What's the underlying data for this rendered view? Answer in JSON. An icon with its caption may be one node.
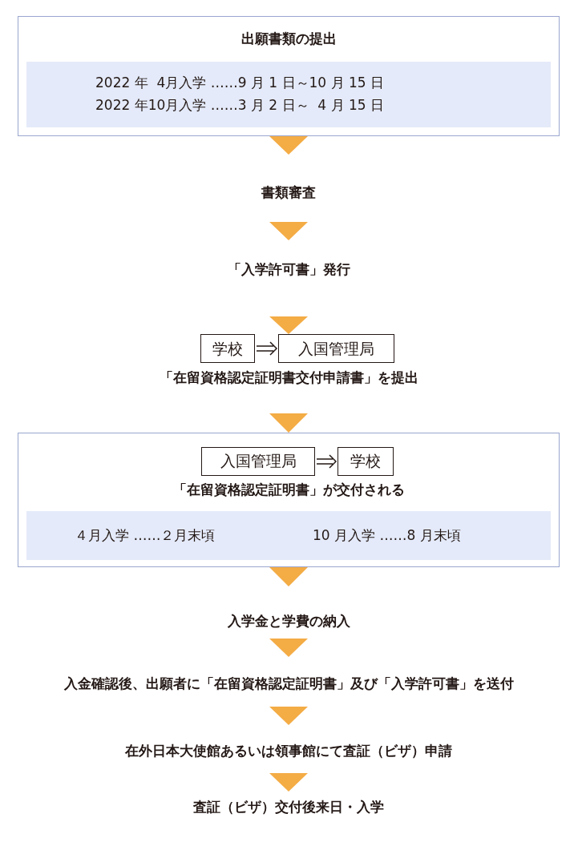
{
  "diagram": {
    "nodes": [
      {
        "text": [
          "出願書類の提出"
        ]
      },
      {
        "text": [
          "2022 年  4月入学 ……9 月 1 日～10 月 15 日",
          "2022 年10月入学 ……3 月 2 日～  4 月 15 日"
        ],
        "in": 0
      },
      {
        "text": [
          "書類審査"
        ]
      },
      {
        "text": [
          "「入学許可書」発行"
        ]
      },
      {
        "text": [
          "学校"
        ],
        "in": 6
      },
      {
        "text": [
          "入国管理局"
        ],
        "in": 6
      },
      {
        "text": [
          "「在留資格認定証明書交付申請書」を提出"
        ]
      },
      {
        "text": [
          "「在留資格認定証明書」が交付される"
        ]
      },
      {
        "text": [
          "入国管理局"
        ],
        "in": 7
      },
      {
        "text": [
          "学校"
        ],
        "in": 7
      },
      {
        "text": [
          "４月入学 ……２月末頃",
          "10 月入学 ……8 月末頃"
        ],
        "in": 7
      },
      {
        "text": [
          "入学金と学費の納入"
        ]
      },
      {
        "text": [
          "入金確認後、出願者に「在留資格認定証明書」及び「入学許可書」を送付"
        ]
      },
      {
        "text": [
          "在外日本大使館あるいは領事館にて査証（ビザ）申請"
        ]
      },
      {
        "text": [
          "査証（ビザ）交付後来日・入学"
        ]
      }
    ],
    "edges": [
      {
        "from": 0,
        "to": 2,
        "arrow": "to"
      },
      {
        "from": 2,
        "to": 3,
        "arrow": "to"
      },
      {
        "from": 3,
        "to": 6,
        "arrow": "to"
      },
      {
        "from": 4,
        "to": 5,
        "arrow": "to",
        "color": "#231815"
      },
      {
        "from": 6,
        "to": 7,
        "arrow": "to"
      },
      {
        "from": 8,
        "to": 9,
        "arrow": "to",
        "color": "#231815"
      },
      {
        "from": 7,
        "to": 11,
        "arrow": "to"
      },
      {
        "from": 11,
        "to": 12,
        "arrow": "to"
      },
      {
        "from": 12,
        "to": 13,
        "arrow": "to"
      },
      {
        "from": 13,
        "to": 14,
        "arrow": "to"
      }
    ]
  }
}
